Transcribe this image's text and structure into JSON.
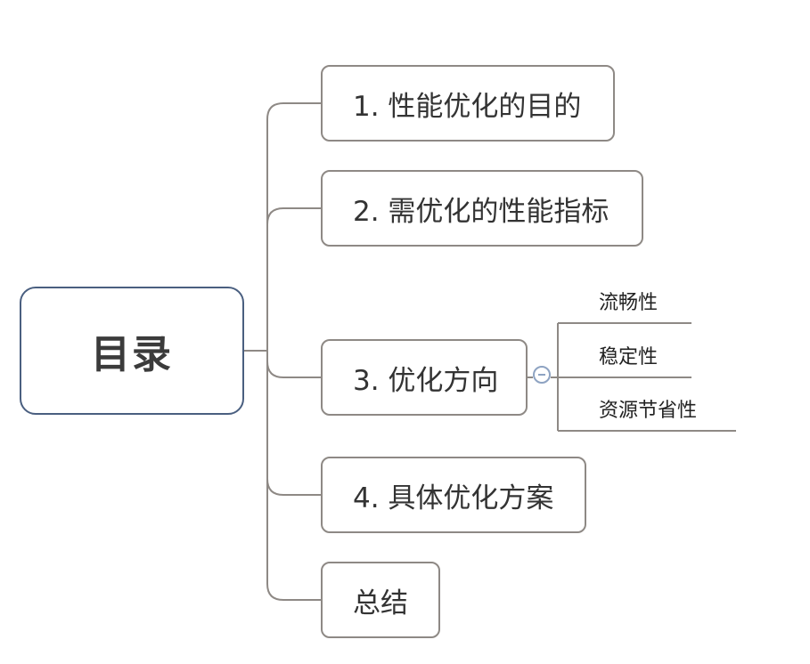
{
  "root": {
    "label": "目录"
  },
  "branches": [
    {
      "label": "1. 性能优化的目的"
    },
    {
      "label": "2. 需优化的性能指标"
    },
    {
      "label": "3. 优化方向",
      "children": [
        "流畅性",
        "稳定性",
        "资源节省性"
      ]
    },
    {
      "label": "4. 具体优化方案"
    },
    {
      "label": "总结"
    }
  ],
  "colors": {
    "root_border": "#4a5f80",
    "branch_border": "#8e8985",
    "connector": "#8e8985",
    "collapse_toggle": "#8ea3c2"
  }
}
